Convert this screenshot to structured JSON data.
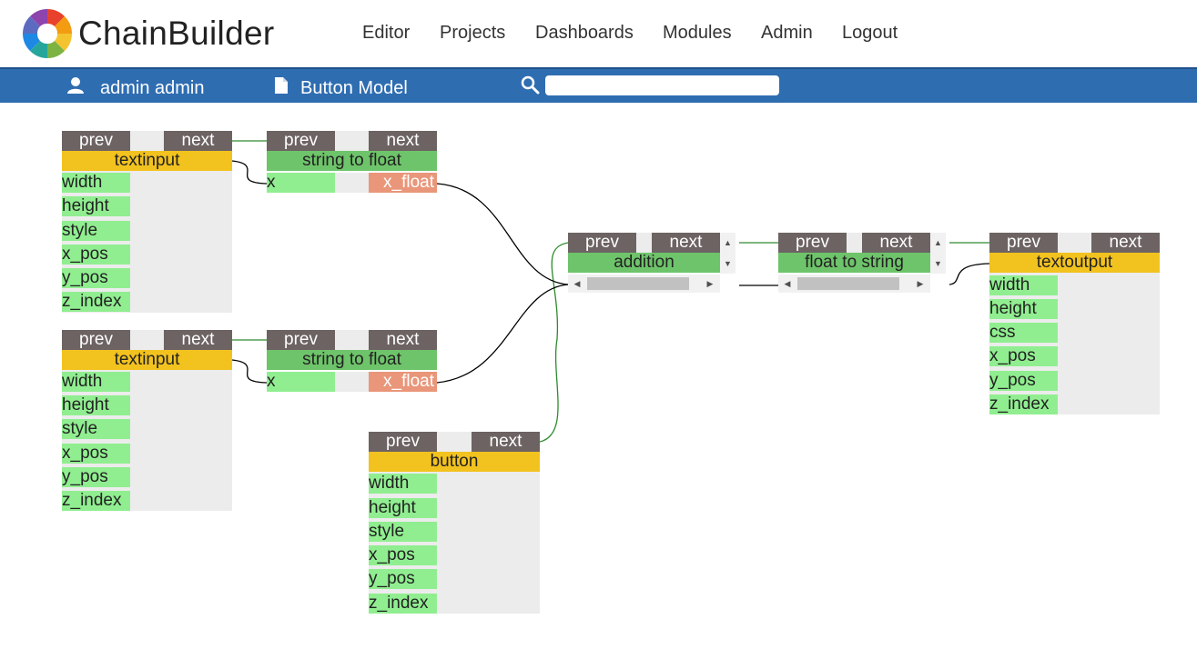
{
  "app": {
    "name": "ChainBuilder"
  },
  "nav": {
    "items": [
      "Editor",
      "Projects",
      "Dashboards",
      "Modules",
      "Admin",
      "Logout"
    ]
  },
  "userbar": {
    "user": "admin admin",
    "model": "Button Model",
    "search_value": ""
  },
  "node_labels": {
    "prev": "prev",
    "next": "next"
  },
  "nodes": {
    "textinput1": {
      "title": "textinput",
      "ports": [
        "width",
        "height",
        "style",
        "x_pos",
        "y_pos",
        "z_index"
      ]
    },
    "textinput2": {
      "title": "textinput",
      "ports": [
        "width",
        "height",
        "style",
        "x_pos",
        "y_pos",
        "z_index"
      ]
    },
    "s2f1": {
      "title": "string to float",
      "input": "x",
      "output": "x_float"
    },
    "s2f2": {
      "title": "string to float",
      "input": "x",
      "output": "x_float"
    },
    "button": {
      "title": "button",
      "ports": [
        "width",
        "height",
        "style",
        "x_pos",
        "y_pos",
        "z_index"
      ]
    },
    "addition": {
      "title": "addition"
    },
    "f2s": {
      "title": "float to string"
    },
    "textoutput": {
      "title": "textoutput",
      "ports": [
        "width",
        "height",
        "css",
        "x_pos",
        "y_pos",
        "z_index"
      ]
    }
  },
  "colors": {
    "header_blue": "#2f6db1",
    "node_header": "#6d6363",
    "title_yellow": "#f2c21f",
    "title_green": "#6ec46a",
    "port_green": "#90ee90",
    "port_output": "#e9967a",
    "node_body": "#ececec",
    "wire_flow": "#2e8b2e",
    "wire_data": "#000000"
  }
}
